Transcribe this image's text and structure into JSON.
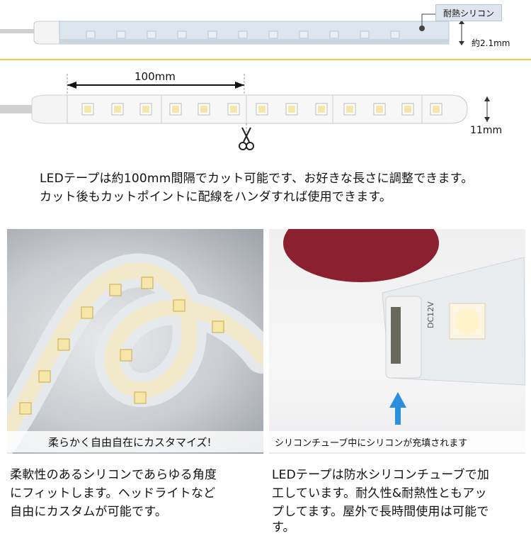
{
  "top_diagram": {
    "callout_label": "耐熱シリコン",
    "thickness_label": "約2.1mm"
  },
  "strip_diagram": {
    "interval_label": "100mm",
    "width_label": "11mm"
  },
  "description": {
    "line1": "LEDテープは約100mm間隔でカット可能です、お好きな長さに調整できます。",
    "line2": "カット後もカットポイントに配線をハンダすれば使用できます。"
  },
  "left_panel": {
    "caption": "柔らかく自由自在にカスタマイズ!",
    "text_line1": "柔軟性のあるシリコンであらゆる角度",
    "text_line2": "にフィットします。ヘッドライトなど",
    "text_line3": "自由にカスタムが可能です。"
  },
  "right_panel": {
    "caption": "シリコンチューブ中にシリコンが充填されます",
    "voltage_marking": "DC12V",
    "text_line1": "LEDテープは防水シリコンチューブで加",
    "text_line2": "工しています。耐久性&耐熱性ともアッ",
    "text_line3": "プしてます。屋外で長時間使用は可能で",
    "text_line4": "す。"
  },
  "colors": {
    "accent_gold": "#f2c94c",
    "arrow_blue": "#2b8fe0",
    "led_yellow": "#f6e7a8"
  }
}
